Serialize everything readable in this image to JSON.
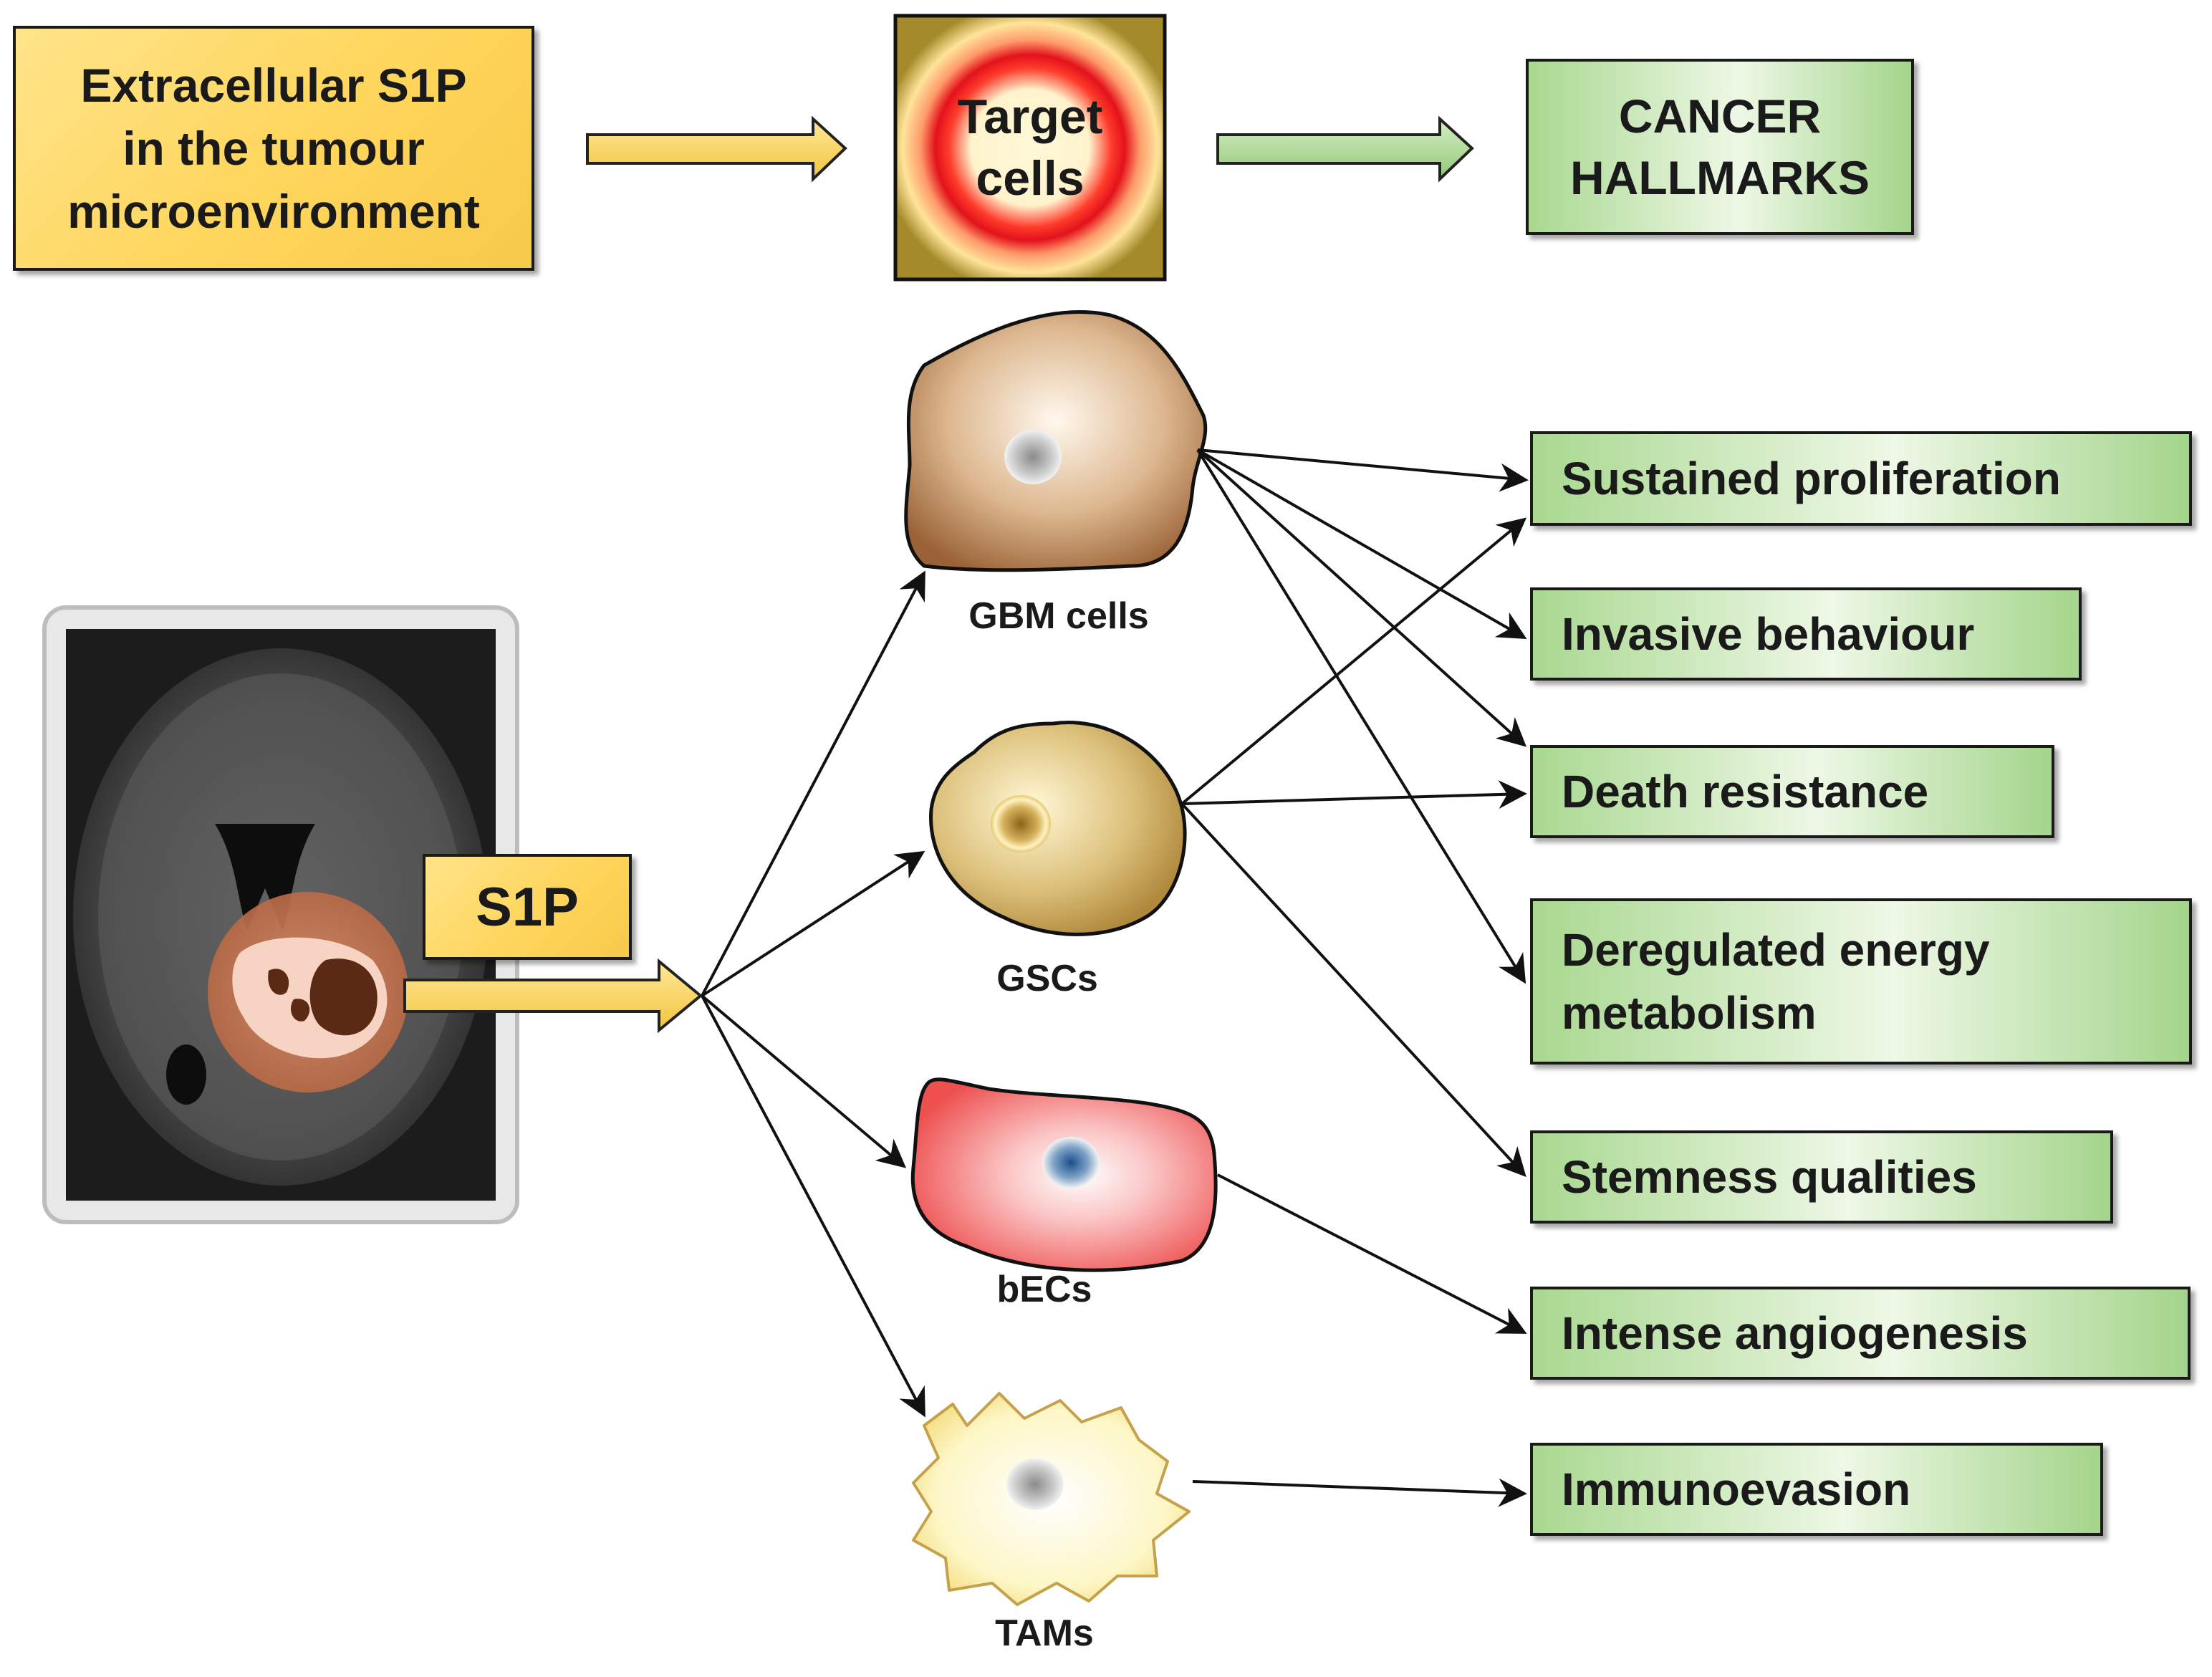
{
  "legend": {
    "source_lines": [
      "Extracellular S1P",
      "in the tumour",
      "microenvironment"
    ],
    "target_lines": [
      "Target",
      "cells"
    ],
    "outcome_lines": [
      "CANCER",
      "HALLMARKS"
    ]
  },
  "s1p_label": "S1P",
  "cells": {
    "gbm": "GBM cells",
    "gsc": "GSCs",
    "bec": "bECs",
    "tam": "TAMs"
  },
  "hallmarks": {
    "proliferation": "Sustained proliferation",
    "invasive": "Invasive behaviour",
    "death": "Death resistance",
    "energy_lines": [
      "Deregulated energy",
      "metabolism"
    ],
    "stemness": "Stemness qualities",
    "angiogenesis": "Intense angiogenesis",
    "immunoevasion": "Immunoevasion"
  },
  "colors": {
    "yellow": "#ffd65c",
    "green": "#b5dd9e",
    "red_ring": "#e3121b",
    "gbm_cell": "#c89868",
    "gsc_cell": "#d8bd72",
    "bec_cell": "#f06a6a",
    "tam_cell": "#fbf1b0"
  }
}
